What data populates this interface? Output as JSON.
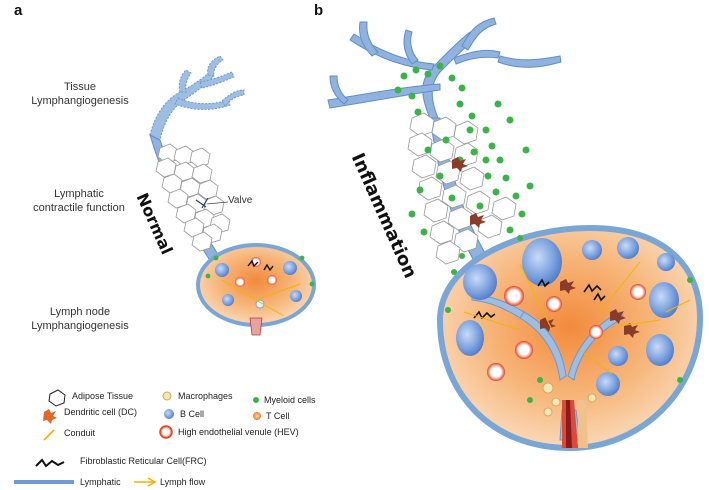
{
  "panels": {
    "a": "a",
    "b": "b"
  },
  "side_labels": {
    "tissue": [
      "Tissue",
      "Lymphangiogenesis"
    ],
    "contractile": [
      "Lymphatic",
      "contractile function"
    ],
    "lymph_node": [
      "Lymph node",
      "Lymphangiogenesis"
    ]
  },
  "valve_label": "Valve",
  "condition_labels": {
    "normal": "Normal",
    "inflammation": "Inflammation"
  },
  "legend": {
    "adipose": "Adipose Tissue",
    "macrophages": "Macrophages",
    "myeloid": "Myeloid cells",
    "dendritic": "Dendritic cell (DC)",
    "bcell": "B Cell",
    "tcell": "T Cell",
    "conduit": "Conduit",
    "hev": "High endothelial venule (HEV)",
    "frc": "Fibroblastic Reticular Cell(FRC)",
    "lymphatic": "Lymphatic",
    "lymph_flow": "Lymph flow"
  },
  "colors": {
    "lymphatic": "#7aa6d6",
    "node_fill": "#f7c596",
    "bcell": "#6f95d8",
    "myeloid": "#3cb34a",
    "hev": "#e4421e",
    "dc": "#e0662a",
    "conduit": "#f0b400",
    "frc": "#1a1a1a"
  }
}
